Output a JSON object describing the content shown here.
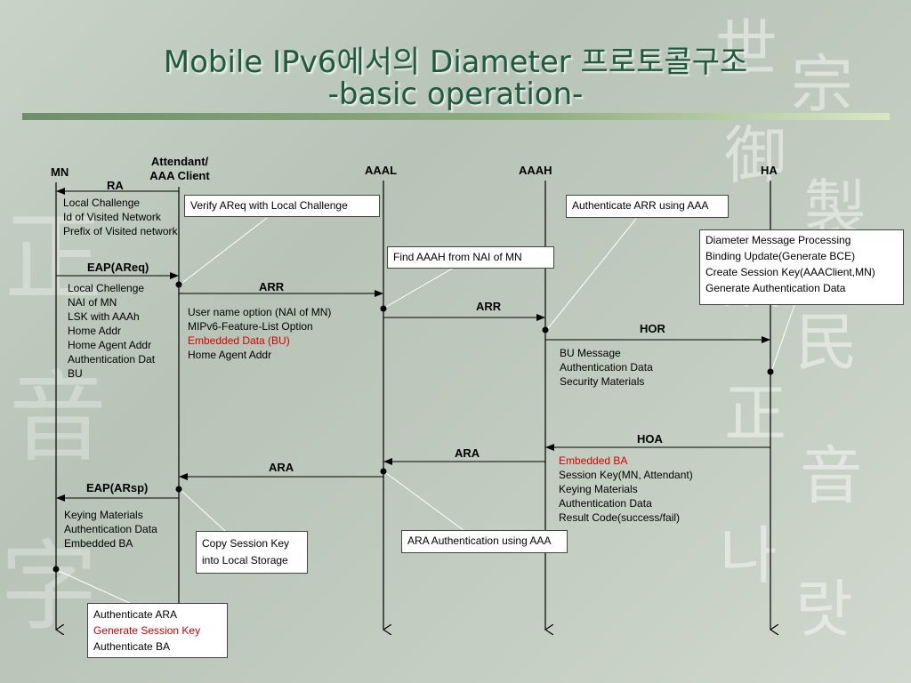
{
  "title": {
    "line1": "Mobile IPv6에서의 Diameter 프로토콜구조",
    "line2": "-basic operation-"
  },
  "entities": {
    "mn": "MN",
    "attendant_line1": "Attendant/",
    "attendant_line2": "AAA Client",
    "aaal": "AAAL",
    "aaah": "AAAH",
    "ha": "HA"
  },
  "messages": {
    "ra": "RA",
    "eap_areq": "EAP(AReq)",
    "arr1": "ARR",
    "arr2": "ARR",
    "hor": "HOR",
    "hoa": "HOA",
    "ara1": "ARA",
    "ara2": "ARA",
    "eap_arsp": "EAP(ARsp)"
  },
  "notes": {
    "ra_params": [
      "Local Challenge",
      "Id of Visited Network",
      "Prefix of Visited network"
    ],
    "eap_params": [
      "Local Chellenge",
      "NAI of MN",
      "LSK with AAAh",
      "Home Addr",
      "Home Agent Addr",
      "Authentication Dat",
      "BU"
    ],
    "arr_params": [
      "User name option (NAI of MN)",
      "MIPv6-Feature-List Option",
      "Embedded Data (BU)",
      "Home Agent Addr"
    ],
    "hor_params": [
      "BU Message",
      "Authentication Data",
      "Security Materials"
    ],
    "hoa_params": [
      "Embedded BA",
      "Session Key(MN, Attendant)",
      "Keying Materials",
      "Authentication Data",
      "Result Code(success/fail)"
    ],
    "arsp_params": [
      "Keying Materials",
      "Authentication Data",
      "Embedded BA"
    ]
  },
  "boxes": {
    "verify": "Verify AReq with Local Challenge",
    "find_aaah": "Find AAAH from NAI of MN",
    "auth_arr": "Authenticate ARR using AAA",
    "diameter": [
      "Diameter Message Processing",
      "Binding Update(Generate BCE)",
      "Create Session Key(AAAClient,MN)",
      "Generate Authentication Data"
    ],
    "copy_key": [
      "Copy Session Key",
      "into Local Storage"
    ],
    "ara_auth": "ARA Authentication using AAA",
    "auth_ara": [
      "Authenticate ARA",
      "Generate Session Key",
      "Authenticate BA"
    ]
  },
  "colors": {
    "title": "#1f5a3d",
    "highlight": "#d40000"
  }
}
